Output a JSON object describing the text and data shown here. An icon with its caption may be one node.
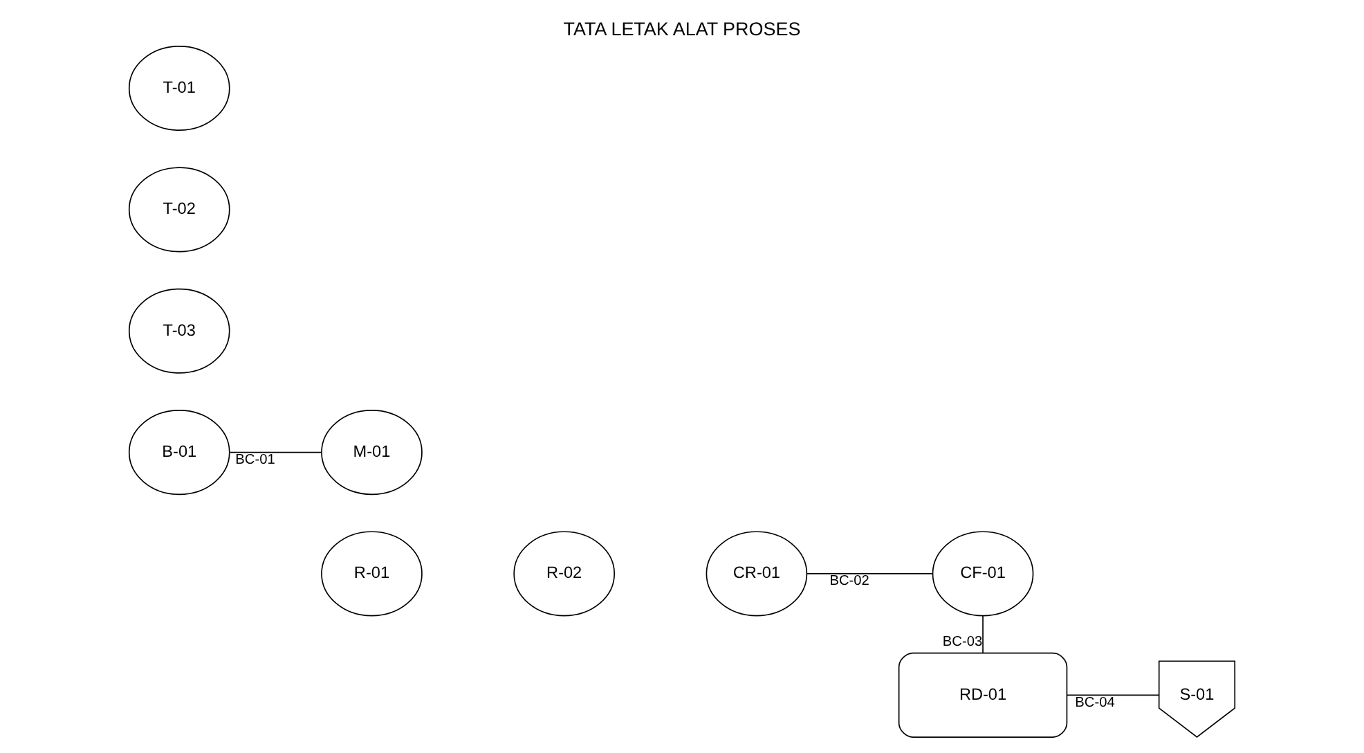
{
  "diagram": {
    "title": "TATA LETAK ALAT PROSES",
    "nodes": [
      {
        "text": [
          "T-01"
        ]
      },
      {
        "text": [
          "T-02"
        ]
      },
      {
        "text": [
          "T-03"
        ]
      },
      {
        "text": [
          "B-01"
        ]
      },
      {
        "text": [
          "M-01"
        ]
      },
      {
        "text": [
          "R-01"
        ]
      },
      {
        "text": [
          "R-02"
        ]
      },
      {
        "text": [
          "CR-01"
        ]
      },
      {
        "text": [
          "CF-01"
        ]
      },
      {
        "text": [
          "RD-01"
        ]
      },
      {
        "text": [
          "S-01"
        ]
      }
    ],
    "edges": [
      {
        "from": 3,
        "to": 4,
        "arrow": "none",
        "label": "BC-01"
      },
      {
        "from": 7,
        "to": 8,
        "arrow": "none",
        "label": "BC-02"
      },
      {
        "from": 8,
        "to": 9,
        "arrow": "none",
        "label": "BC-03"
      },
      {
        "from": 9,
        "to": 10,
        "arrow": "none",
        "label": "BC-04"
      }
    ]
  }
}
